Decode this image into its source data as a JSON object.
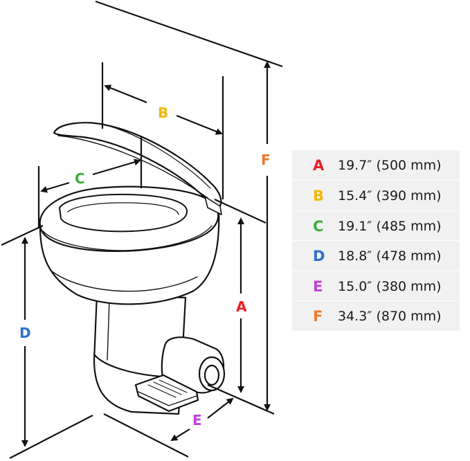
{
  "colors": {
    "A": "#e8202a",
    "B": "#f2b705",
    "C": "#3fae3a",
    "D": "#2f6fd0",
    "E": "#c23fd6",
    "F": "#f07a2a",
    "line": "#111111",
    "legend_bg": "#f1f1f1"
  },
  "labels": {
    "A": "A",
    "B": "B",
    "C": "C",
    "D": "D",
    "E": "E",
    "F": "F"
  },
  "legend": [
    {
      "letter": "A",
      "value": "19.7″ (500 mm)"
    },
    {
      "letter": "B",
      "value": "15.4″ (390 mm)"
    },
    {
      "letter": "C",
      "value": "19.1″ (485 mm)"
    },
    {
      "letter": "D",
      "value": "18.8″ (478 mm)"
    },
    {
      "letter": "E",
      "value": "15.0″ (380 mm)"
    },
    {
      "letter": "F",
      "value": "34.3″ (870 mm)"
    }
  ]
}
